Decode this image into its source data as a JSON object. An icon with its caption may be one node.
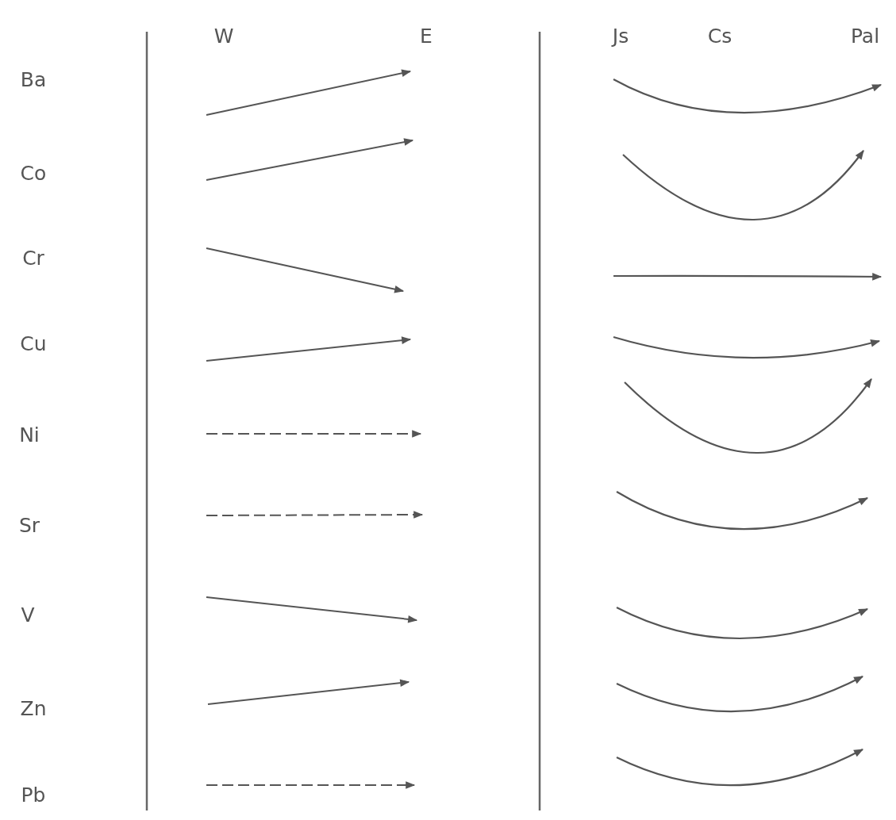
{
  "diagram": {
    "labels": [
      "W",
      "E",
      "Js",
      "Cs",
      "Pal",
      "Ba",
      "Co",
      "Cr",
      "Cu",
      "Ni",
      "Sr",
      "V",
      "Zn",
      "Pb"
    ]
  }
}
